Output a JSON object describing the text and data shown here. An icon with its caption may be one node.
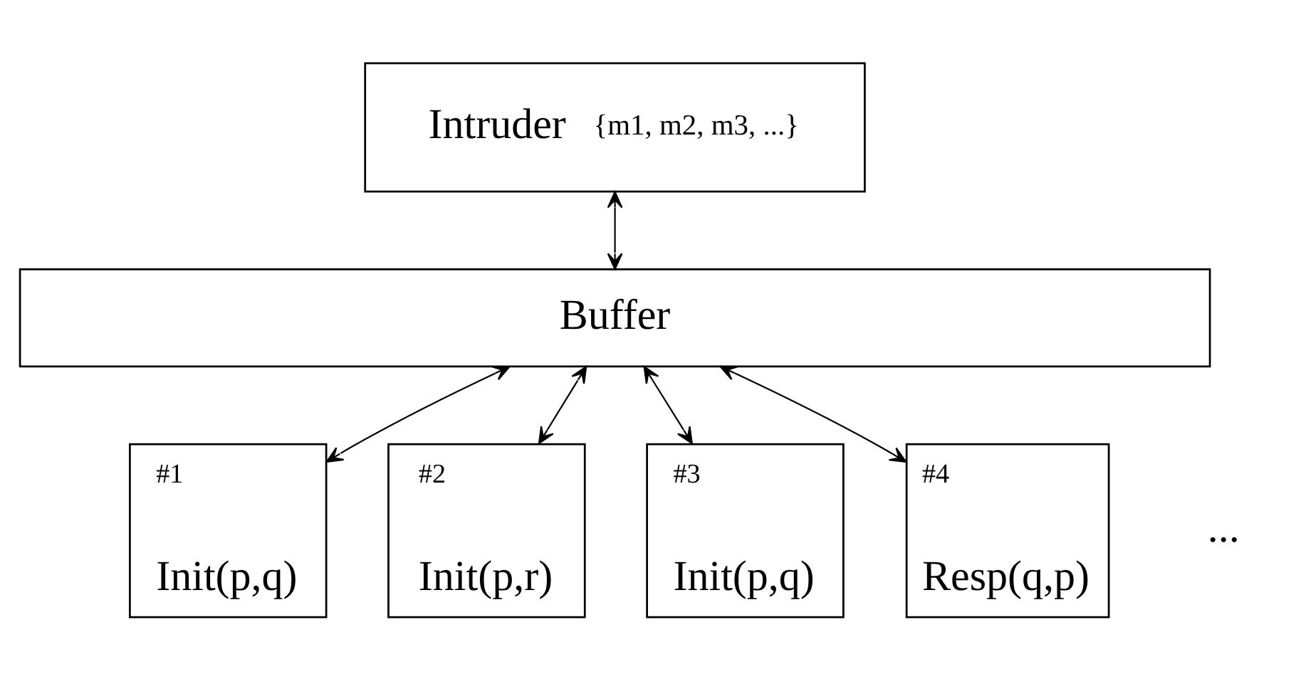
{
  "diagram": {
    "nodes": [
      {
        "text": [
          "Intruder",
          "{m1, m2, m3, ...}"
        ]
      },
      {
        "text": [
          "Buffer"
        ]
      },
      {
        "text": [
          "#1",
          "Init(p,q)"
        ]
      },
      {
        "text": [
          "#2",
          "Init(p,r)"
        ]
      },
      {
        "text": [
          "#3",
          "Init(p,q)"
        ]
      },
      {
        "text": [
          "#4",
          "Resp(q,p)"
        ]
      }
    ],
    "edges": [
      {
        "from": 0,
        "to": 1,
        "arrow": "both"
      },
      {
        "from": 1,
        "to": 2,
        "arrow": "both"
      },
      {
        "from": 1,
        "to": 3,
        "arrow": "both"
      },
      {
        "from": 1,
        "to": 4,
        "arrow": "both"
      },
      {
        "from": 1,
        "to": 5,
        "arrow": "both"
      }
    ],
    "labels": [
      "..."
    ]
  }
}
